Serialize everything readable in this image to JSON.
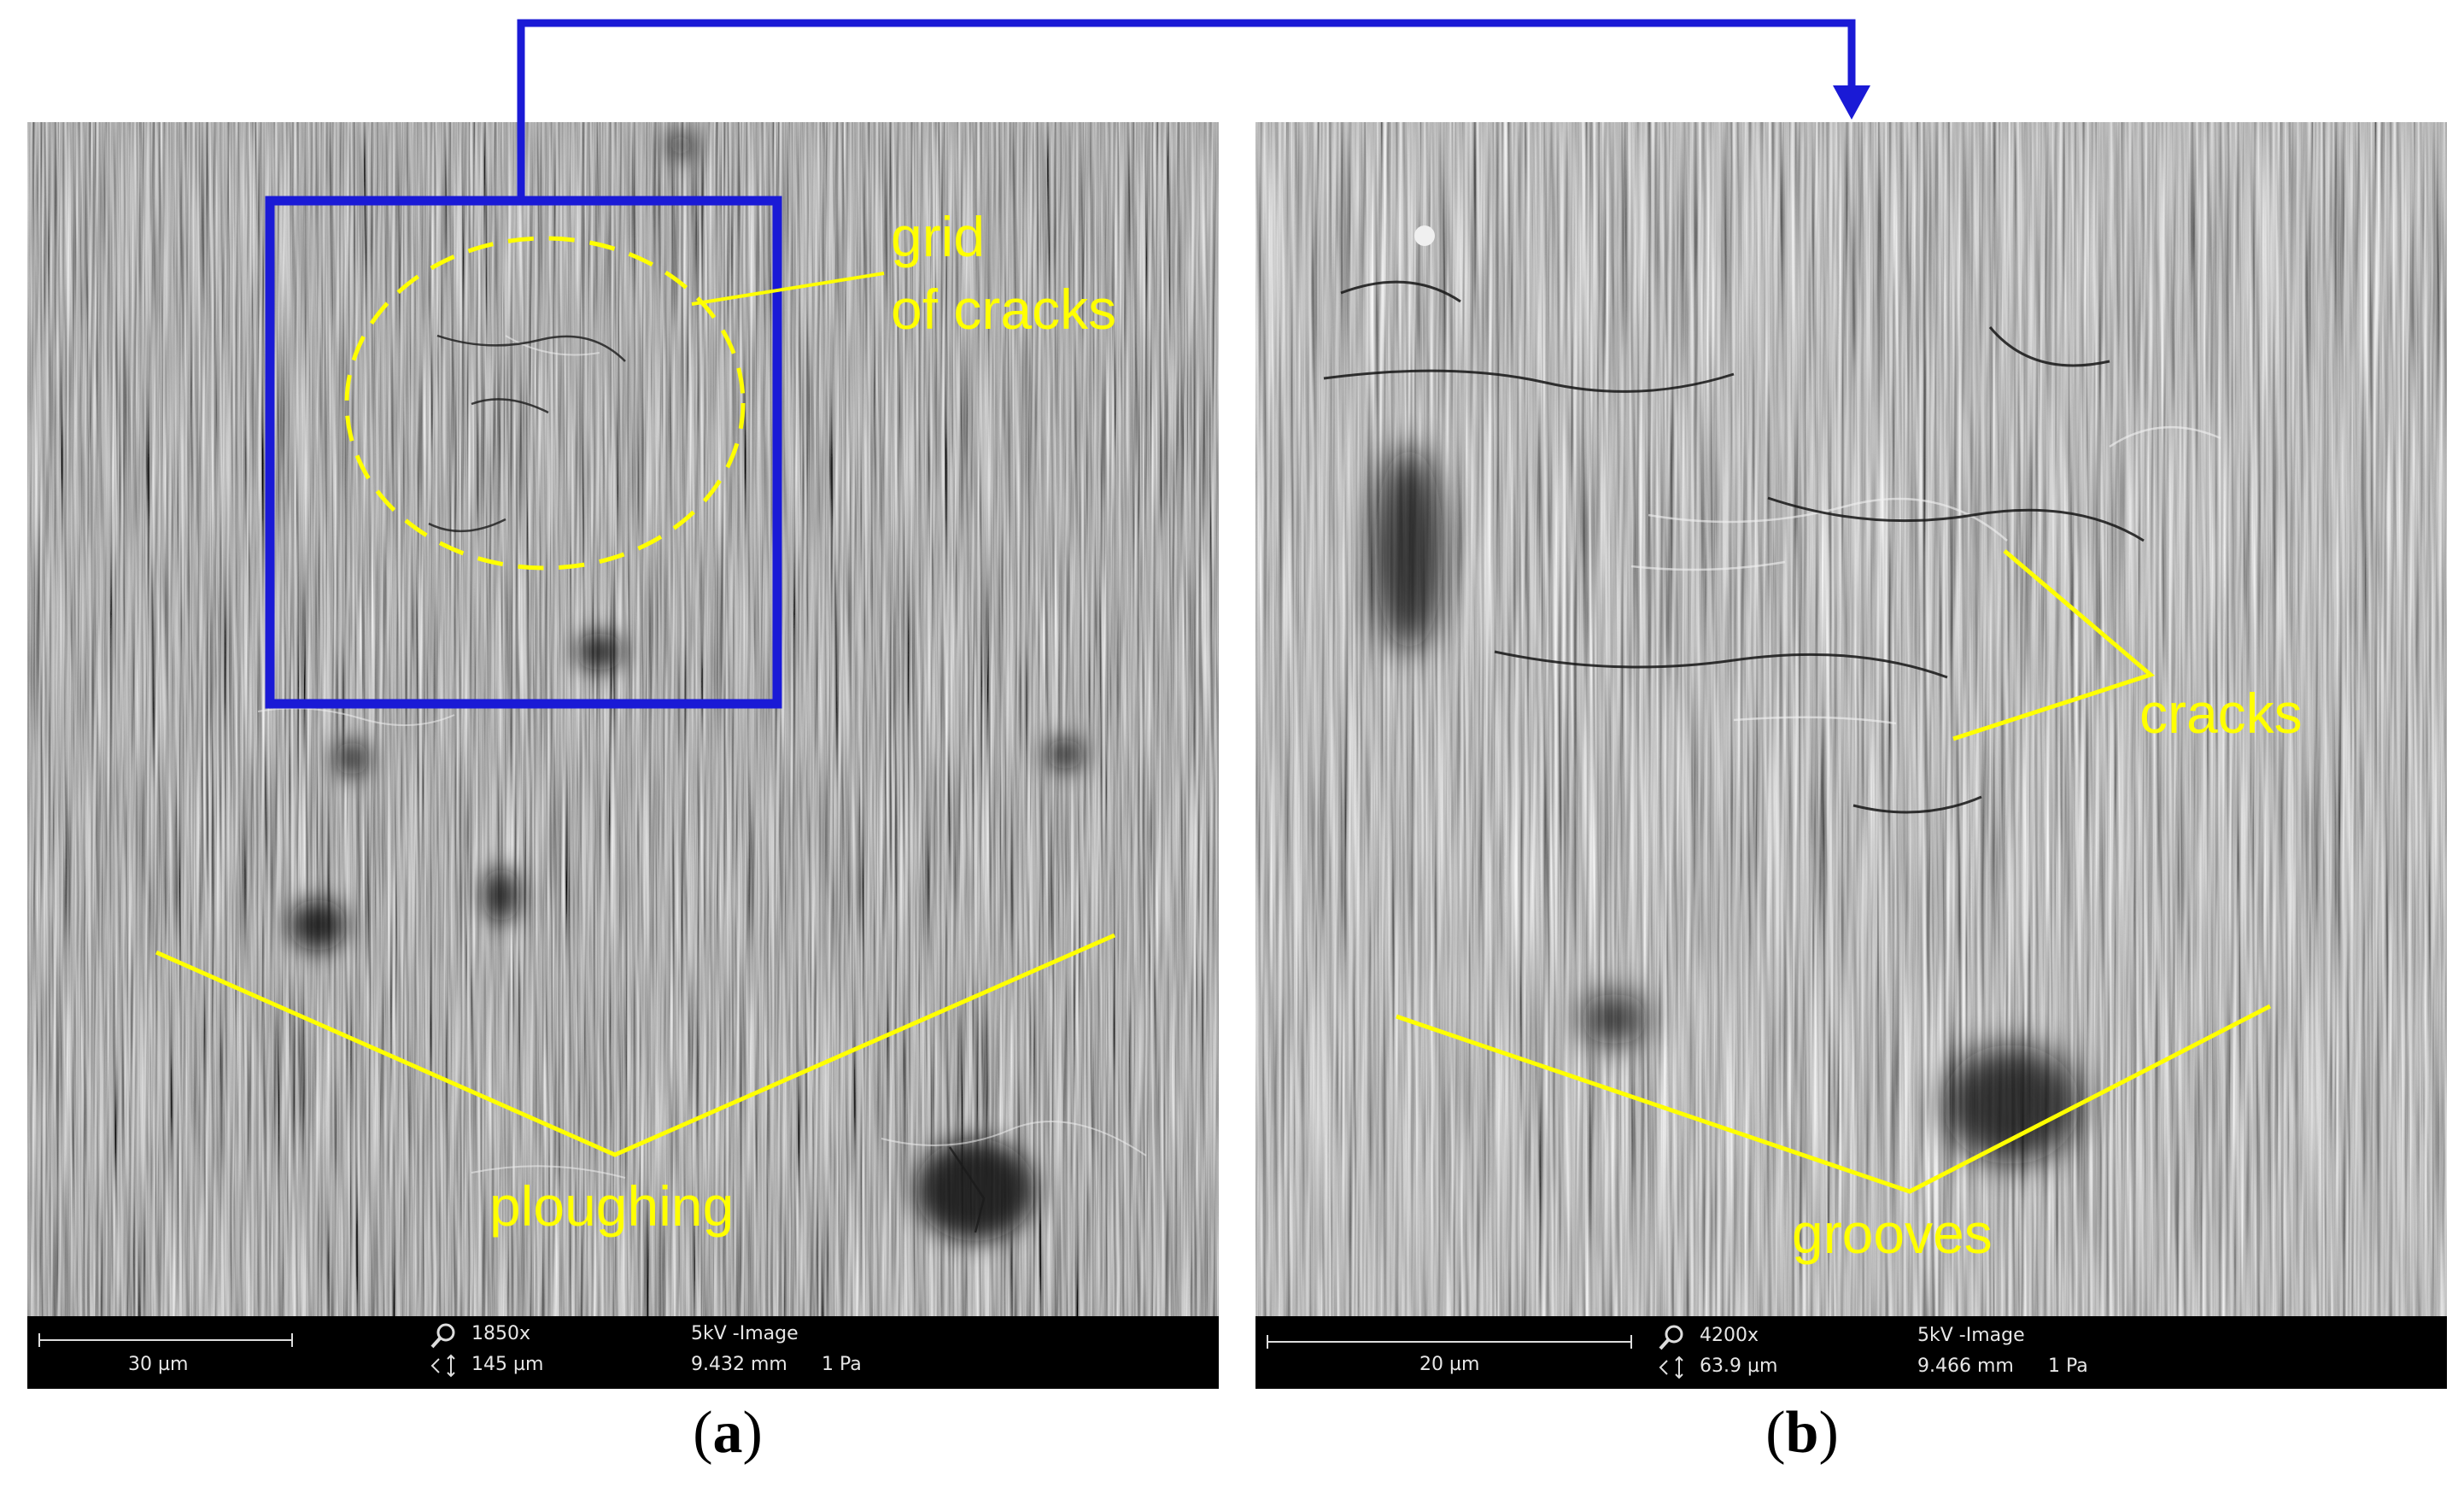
{
  "panels": [
    {
      "id": "a",
      "caption_open": "(",
      "caption_letter": "a",
      "caption_close": ")",
      "labels": {
        "grid_line1": "grid",
        "grid_line2": "of cracks",
        "ploughing": "ploughing"
      },
      "infobar": {
        "scale": "30 µm",
        "magnification": "1850x",
        "hfw": "145 µm",
        "mode": "5kV -Image",
        "wd": "9.432 mm",
        "pressure": "1 Pa"
      }
    },
    {
      "id": "b",
      "caption_open": "(",
      "caption_letter": "b",
      "caption_close": ")",
      "labels": {
        "cracks": "cracks",
        "grooves": "grooves"
      },
      "infobar": {
        "scale": "20 µm",
        "magnification": "4200x",
        "hfw": "63.9 µm",
        "mode": "5kV -Image",
        "wd": "9.466 mm",
        "pressure": "1 Pa"
      }
    }
  ],
  "colors": {
    "annotation": "#ffff00",
    "zoom_box": "#1a1ad6",
    "infobar": "#000000"
  },
  "icons": {
    "magnification": "magnifier-icon",
    "hfw": "width-arrows-icon"
  }
}
